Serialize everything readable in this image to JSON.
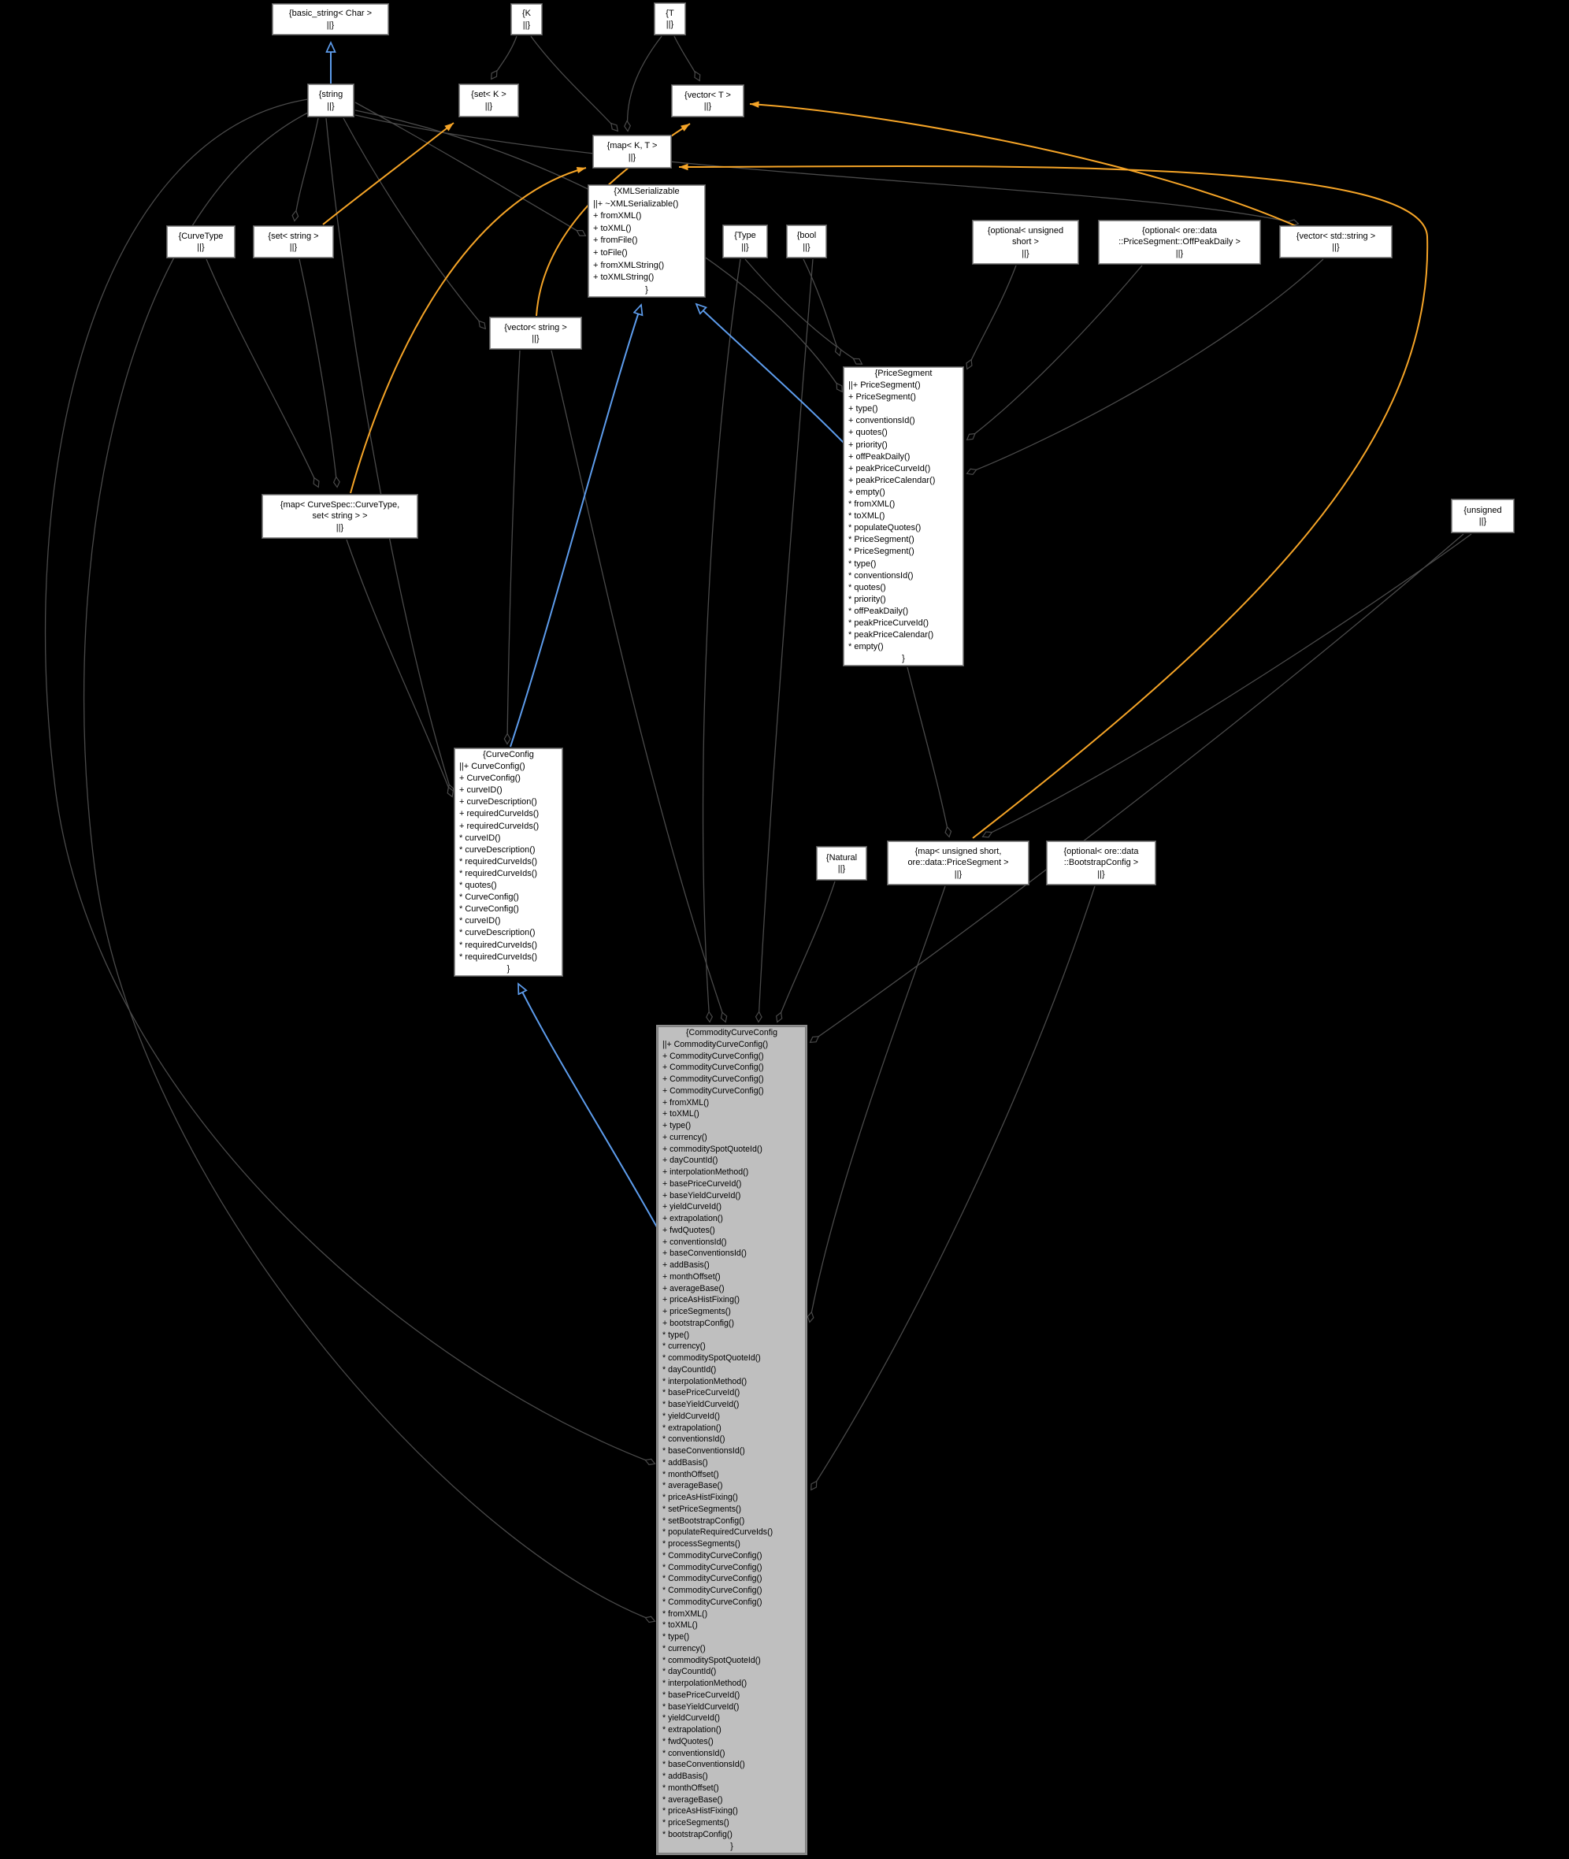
{
  "diagram": {
    "type": "doxygen-collaboration-graph",
    "colors": {
      "background": "#000000",
      "node_fill": "#ffffff",
      "node_border": "#929292",
      "main_node_fill": "#bfbfbf",
      "aggregation_edge": "#4a4a4a",
      "template_edge": "#f5a427",
      "inheritance_edge": "#5d9cec",
      "text": "#000000"
    },
    "nodes": {
      "basic_string": {
        "lines": [
          "{basic_string< Char >",
          "||}"
        ]
      },
      "k": {
        "lines": [
          "{K",
          "||}"
        ]
      },
      "t": {
        "lines": [
          "{T",
          "||}"
        ]
      },
      "string": {
        "lines": [
          "{string",
          "||}"
        ]
      },
      "set_k": {
        "lines": [
          "{set< K >",
          "||}"
        ]
      },
      "vector_t": {
        "lines": [
          "{vector< T >",
          "||}"
        ]
      },
      "map_k_t": {
        "lines": [
          "{map< K, T >",
          "||}"
        ]
      },
      "curve_type": {
        "lines": [
          "{CurveType",
          "||}"
        ]
      },
      "set_string": {
        "lines": [
          "{set< string >",
          "||}"
        ]
      },
      "type": {
        "lines": [
          "{Type",
          "||}"
        ]
      },
      "bool": {
        "lines": [
          "{bool",
          "||}"
        ]
      },
      "opt_ushort": {
        "lines": [
          "{optional< unsigned",
          "short >",
          "||}"
        ]
      },
      "opt_offpeak": {
        "lines": [
          "{optional< ore::data",
          "::PriceSegment::OffPeakDaily >",
          "||}"
        ]
      },
      "vec_stdstring": {
        "lines": [
          "{vector< std::string >",
          "||}"
        ]
      },
      "vector_string": {
        "lines": [
          "{vector< string >",
          "||}"
        ]
      },
      "unsigned": {
        "lines": [
          "{unsigned",
          "||}"
        ]
      },
      "natural": {
        "lines": [
          "{Natural",
          "||}"
        ]
      },
      "map_curvespec": {
        "lines": [
          "{map< CurveSpec::CurveType,",
          "set< string > >",
          "||}"
        ]
      },
      "map_ushort_ps": {
        "lines": [
          "{map< unsigned short,",
          "ore::data::PriceSegment >",
          "||}"
        ]
      },
      "opt_bootstrap": {
        "lines": [
          "{optional< ore::data",
          "::BootstrapConfig >",
          "||}"
        ]
      },
      "xml_serializable": {
        "title": "{XMLSerializable",
        "members": [
          "||+ ~XMLSerializable()",
          "+ fromXML()",
          "+ toXML()",
          "+ fromFile()",
          "+ toFile()",
          "+ fromXMLString()",
          "+ toXMLString()"
        ],
        "close": "}"
      },
      "price_segment": {
        "title": "{PriceSegment",
        "members": [
          "||+ PriceSegment()",
          "+ PriceSegment()",
          "+ type()",
          "+ conventionsId()",
          "+ quotes()",
          "+ priority()",
          "+ offPeakDaily()",
          "+ peakPriceCurveId()",
          "+ peakPriceCalendar()",
          "+ empty()",
          "* fromXML()",
          "* toXML()",
          "* populateQuotes()",
          "* PriceSegment()",
          "* PriceSegment()",
          "* type()",
          "* conventionsId()",
          "* quotes()",
          "* priority()",
          "* offPeakDaily()",
          "* peakPriceCurveId()",
          "* peakPriceCalendar()",
          "* empty()"
        ],
        "close": "}"
      },
      "curve_config": {
        "title": "{CurveConfig",
        "members": [
          "||+ CurveConfig()",
          "+ CurveConfig()",
          "+ curveID()",
          "+ curveDescription()",
          "+ requiredCurveIds()",
          "+ requiredCurveIds()",
          "* curveID()",
          "* curveDescription()",
          "* requiredCurveIds()",
          "* requiredCurveIds()",
          "* quotes()",
          "* CurveConfig()",
          "* CurveConfig()",
          "* curveID()",
          "* curveDescription()",
          "* requiredCurveIds()",
          "* requiredCurveIds()"
        ],
        "close": "}"
      },
      "commodity_curve_config": {
        "title": "{CommodityCurveConfig",
        "members": [
          "||+ CommodityCurveConfig()",
          "+ CommodityCurveConfig()",
          "+ CommodityCurveConfig()",
          "+ CommodityCurveConfig()",
          "+ CommodityCurveConfig()",
          "+ fromXML()",
          "+ toXML()",
          "+ type()",
          "+ currency()",
          "+ commoditySpotQuoteId()",
          "+ dayCountId()",
          "+ interpolationMethod()",
          "+ basePriceCurveId()",
          "+ baseYieldCurveId()",
          "+ yieldCurveId()",
          "+ extrapolation()",
          "+ fwdQuotes()",
          "+ conventionsId()",
          "+ baseConventionsId()",
          "+ addBasis()",
          "+ monthOffset()",
          "+ averageBase()",
          "+ priceAsHistFixing()",
          "+ priceSegments()",
          "+ bootstrapConfig()",
          "* type()",
          "* currency()",
          "* commoditySpotQuoteId()",
          "* dayCountId()",
          "* interpolationMethod()",
          "* basePriceCurveId()",
          "* baseYieldCurveId()",
          "* yieldCurveId()",
          "* extrapolation()",
          "* conventionsId()",
          "* baseConventionsId()",
          "* addBasis()",
          "* monthOffset()",
          "* averageBase()",
          "* priceAsHistFixing()",
          "* setPriceSegments()",
          "* setBootstrapConfig()",
          "* populateRequiredCurveIds()",
          "* processSegments()",
          "* CommodityCurveConfig()",
          "* CommodityCurveConfig()",
          "* CommodityCurveConfig()",
          "* CommodityCurveConfig()",
          "* CommodityCurveConfig()",
          "* fromXML()",
          "* toXML()",
          "* type()",
          "* currency()",
          "* commoditySpotQuoteId()",
          "* dayCountId()",
          "* interpolationMethod()",
          "* basePriceCurveId()",
          "* baseYieldCurveId()",
          "* yieldCurveId()",
          "* extrapolation()",
          "* fwdQuotes()",
          "* conventionsId()",
          "* baseConventionsId()",
          "* addBasis()",
          "* monthOffset()",
          "* averageBase()",
          "* priceAsHistFixing()",
          "* priceSegments()",
          "* bootstrapConfig()"
        ],
        "close": "}"
      }
    }
  }
}
